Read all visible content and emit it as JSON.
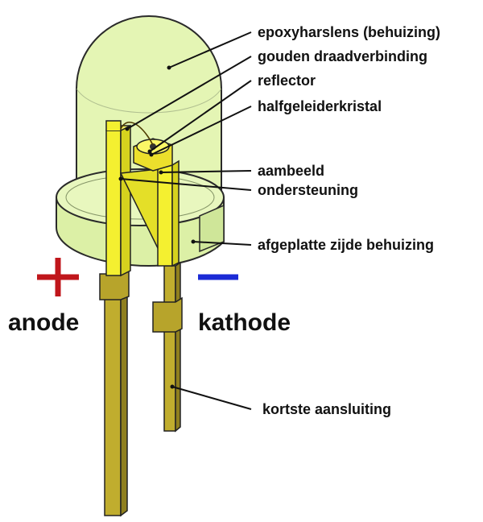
{
  "labels": {
    "epoxy_lens": "epoxyharslens (behuizing)",
    "gold_wire": "gouden draadverbinding",
    "reflector": "reflector",
    "semiconductor": "halfgeleiderkristal",
    "anvil": "aambeeld",
    "support": "ondersteuning",
    "flat_side": "afgeplatte zijde behuizing",
    "shortest_lead": "kortste aansluiting",
    "anode": "anode",
    "cathode": "kathode"
  },
  "signs": {
    "plus": "+",
    "minus": "−"
  },
  "colors": {
    "lens_fill": "#e4f5b4",
    "lens_stroke": "#2a2a2a",
    "lead_yellow": "#f4f030",
    "lead_olive": "#c0ad2e",
    "plus_red": "#c0161b",
    "minus_blue": "#1b2bd6"
  }
}
